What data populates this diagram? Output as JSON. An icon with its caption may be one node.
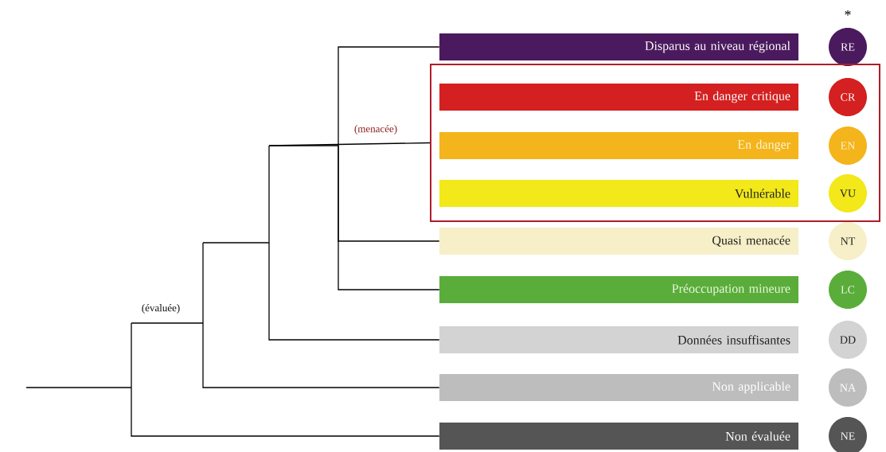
{
  "diagram": {
    "nodes": [
      {
        "text": [
          "Disparus au niveau régional"
        ]
      },
      {
        "text": [
          "RE"
        ],
        "beside": [
          "*"
        ]
      },
      {
        "text": [],
        "shape": "box"
      },
      {
        "text": [
          "En danger critique"
        ],
        "in": 2
      },
      {
        "text": [
          "CR"
        ],
        "in": 2
      },
      {
        "text": [
          "En danger"
        ],
        "in": 2
      },
      {
        "text": [
          "EN"
        ],
        "in": 2
      },
      {
        "text": [
          "Vulnérable"
        ],
        "in": 2
      },
      {
        "text": [
          "VU"
        ],
        "in": 2
      },
      {
        "text": [
          "Quasi menacée"
        ]
      },
      {
        "text": [
          "NT"
        ]
      },
      {
        "text": [
          "Préoccupation mineure"
        ]
      },
      {
        "text": [
          "LC"
        ]
      },
      {
        "text": [
          "Données insuffisantes"
        ]
      },
      {
        "text": [
          "DD"
        ]
      },
      {
        "text": [
          "Non applicable"
        ]
      },
      {
        "text": [
          "NA"
        ]
      },
      {
        "text": [
          "Non évaluée"
        ]
      },
      {
        "text": [
          "NE"
        ]
      }
    ],
    "edges": [
      {
        "from": null,
        "to": 0,
        "arrow": "none"
      },
      {
        "from": null,
        "to": 2,
        "arrow": "none"
      },
      {
        "from": null,
        "to": 9,
        "arrow": "none"
      },
      {
        "from": null,
        "to": 11,
        "arrow": "none"
      },
      {
        "from": null,
        "to": 13,
        "arrow": "none"
      },
      {
        "from": null,
        "to": 15,
        "arrow": "none"
      },
      {
        "from": null,
        "to": 17,
        "arrow": "none"
      }
    ],
    "labels": [
      "(menacée)",
      "(évaluée)"
    ]
  }
}
